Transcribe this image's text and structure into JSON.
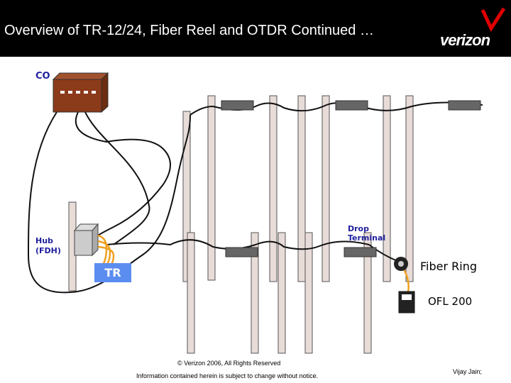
{
  "header": {
    "title": "Overview of TR-12/24, Fiber Reel and OTDR Continued …",
    "logo_text": "verizon"
  },
  "labels": {
    "co": "CO",
    "hub_line1": "Hub",
    "hub_line2": "(FDH)",
    "drop_line1": "Drop",
    "drop_line2": "Terminal",
    "tr": "TR",
    "fiber_ring": "Fiber Ring",
    "ofl": "OFL 200"
  },
  "footer": {
    "copyright": "© Verizon 2006, All Rights Reserved",
    "info": "Information contained herein is subject to change without notice.",
    "author": "Vijay Jain;"
  },
  "colors": {
    "header_bg": "#000000",
    "co_box": "#8b3a1a",
    "label_blue": "#1f1f9e",
    "tr_badge": "#5b8cf0",
    "orange_fiber": "#f0a020",
    "pole": "#e8dcd8"
  }
}
